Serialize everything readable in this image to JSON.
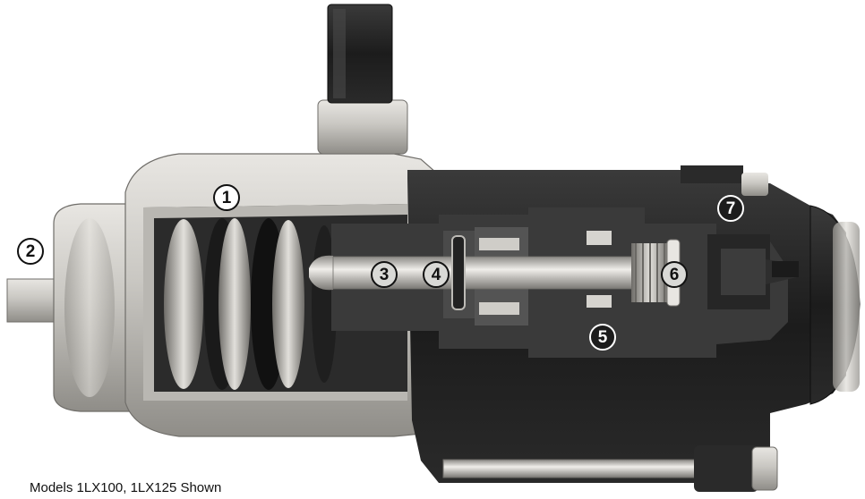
{
  "callouts": [
    {
      "id": "1",
      "label": "1"
    },
    {
      "id": "2",
      "label": "2"
    },
    {
      "id": "3",
      "label": "3"
    },
    {
      "id": "4",
      "label": "4"
    },
    {
      "id": "5",
      "label": "5"
    },
    {
      "id": "6",
      "label": "6"
    },
    {
      "id": "7",
      "label": "7"
    }
  ],
  "caption": "Models 1LX100, 1LX125 Shown",
  "colors": {
    "aluminum": "#c9c7c2",
    "aluminum_dark": "#8f8d88",
    "steel_black": "#1e1e1e",
    "cutaway_gray": "#3a3a3a",
    "background": "#ffffff"
  }
}
